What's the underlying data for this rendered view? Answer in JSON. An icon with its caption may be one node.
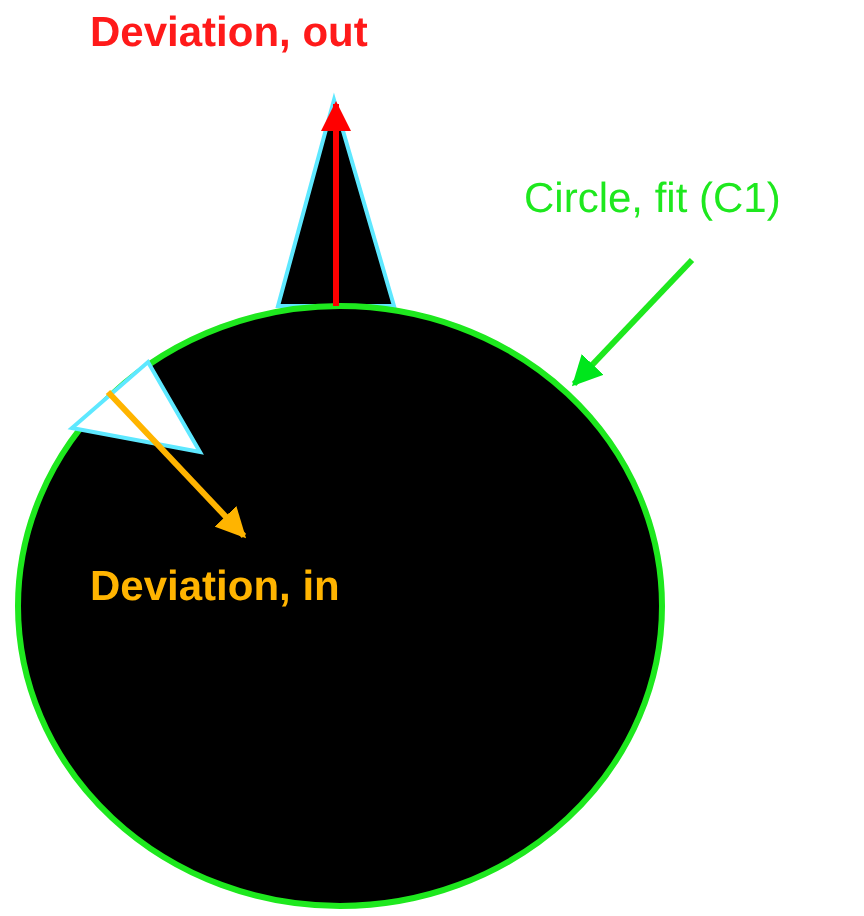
{
  "diagram": {
    "nodes": [
      {
        "text": [
          "Circle, fit (C1)"
        ]
      },
      {
        "text": [],
        "shape": "circle"
      }
    ],
    "edges": [
      {
        "from": 0,
        "to": 1,
        "arrow": "to"
      }
    ],
    "labels": [
      "Deviation, out",
      "Deviation, in"
    ]
  }
}
